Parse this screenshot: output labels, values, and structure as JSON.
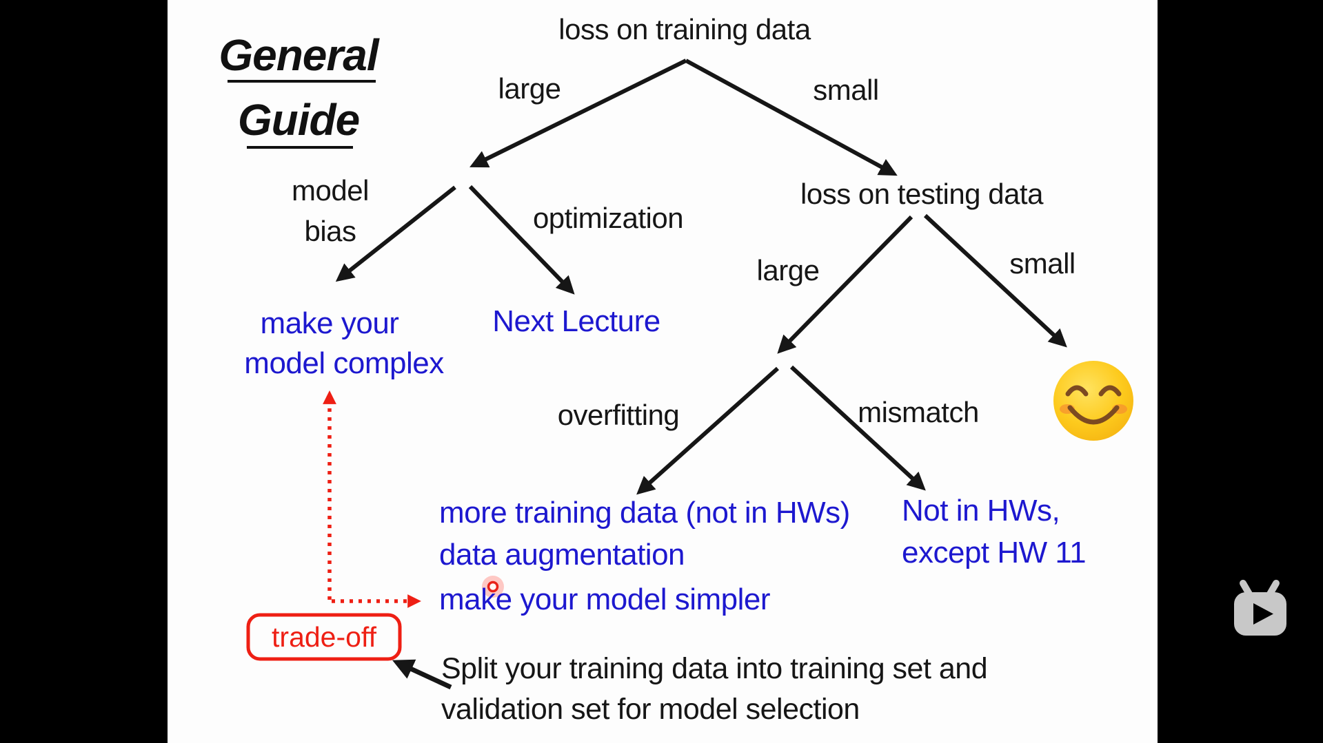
{
  "slide": {
    "title": {
      "line1": "General",
      "line2": "Guide"
    },
    "tree": {
      "root": "loss on training data",
      "root_branch_left": "large",
      "root_branch_right": "small",
      "model_bias": {
        "line1": "model",
        "line2": "bias"
      },
      "optimization": "optimization",
      "remedy_complex": {
        "line1": "make your",
        "line2": "model complex"
      },
      "next_lecture": "Next Lecture",
      "testing": "loss on testing data",
      "testing_branch_left": "large",
      "testing_branch_right": "small",
      "overfitting": "overfitting",
      "mismatch": "mismatch",
      "overfitting_remedies": {
        "line1": "more training data (not in HWs)",
        "line2": "data augmentation",
        "line3": "make your model simpler"
      },
      "mismatch_note": {
        "line1": "Not in HWs,",
        "line2": "except HW 11"
      }
    },
    "annotations": {
      "trade_off": "trade-off",
      "split_note": {
        "line1": "Split your training data into training set and",
        "line2": "validation set for model selection"
      }
    },
    "icons": {
      "smiley": "smiling-face-with-smiling-eyes-emoji",
      "watermark": "youtube-tv-watermark",
      "laser_dot": "laser-pointer-dot"
    },
    "colors": {
      "action_blue": "#1d18cf",
      "annotation_red": "#ee1f14",
      "text_black": "#161616",
      "slide_background": "#fdfdfd",
      "letterbox": "#000000",
      "smiley_yellow": "#fdca1d",
      "watermark_gray": "#c8c8c8"
    }
  }
}
